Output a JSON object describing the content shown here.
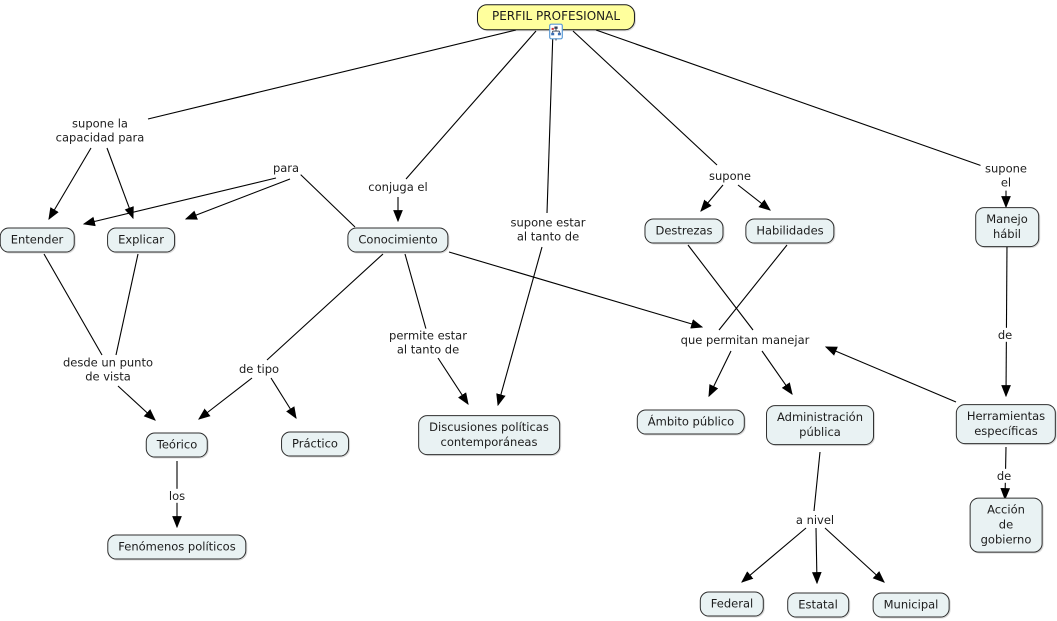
{
  "colors": {
    "background": "#ffffff",
    "node_fill": "#e9f2f3",
    "node_border": "#2f2f2f",
    "title_fill": "#ffff9d",
    "title_border": "#1a1a1a",
    "line": "#000000",
    "text": "#1c1c1c",
    "icon_border": "#5b9bd5",
    "icon_red": "#cc3333",
    "icon_blue": "#3b6fb5"
  },
  "title": {
    "label": "PERFIL PROFESIONAL"
  },
  "annotation_icon": {
    "name": "concept-map-resource-icon"
  },
  "concepts": [
    {
      "id": "entender",
      "label": "Entender"
    },
    {
      "id": "explicar",
      "label": "Explicar"
    },
    {
      "id": "conocimiento",
      "label": "Conocimiento"
    },
    {
      "id": "destrezas",
      "label": "Destrezas"
    },
    {
      "id": "habilidades",
      "label": "Habilidades"
    },
    {
      "id": "manejo-habil",
      "label": "Manejo hábil"
    },
    {
      "id": "teorico",
      "label": "Teórico"
    },
    {
      "id": "practico",
      "label": "Práctico"
    },
    {
      "id": "discusiones-politicas",
      "label": "Discusiones políticas\ncontemporáneas"
    },
    {
      "id": "ambito-publico",
      "label": "Ámbito público"
    },
    {
      "id": "administracion-publica",
      "label": "Administración\npública"
    },
    {
      "id": "herramientas-especificas",
      "label": "Herramientas\nespecíficas"
    },
    {
      "id": "fenomenos-politicos",
      "label": "Fenómenos políticos"
    },
    {
      "id": "accion-de-gobierno",
      "label": "Acción de\ngobierno"
    },
    {
      "id": "federal",
      "label": "Federal"
    },
    {
      "id": "estatal",
      "label": "Estatal"
    },
    {
      "id": "municipal",
      "label": "Municipal"
    }
  ],
  "link_labels": [
    {
      "id": "supone-la-capacidad-para",
      "label": "supone la\ncapacidad para"
    },
    {
      "id": "para",
      "label": "para"
    },
    {
      "id": "conjuga-el",
      "label": "conjuga el"
    },
    {
      "id": "supone-estar-al-tanto-de",
      "label": "supone estar\nal tanto de"
    },
    {
      "id": "supone",
      "label": "supone"
    },
    {
      "id": "supone-el",
      "label": "supone el"
    },
    {
      "id": "desde-un-punto-de-vista",
      "label": "desde un punto\nde vista"
    },
    {
      "id": "de-tipo",
      "label": "de tipo"
    },
    {
      "id": "permite-estar-al-tanto-de",
      "label": "permite estar\nal tanto de"
    },
    {
      "id": "que-permitan-manejar",
      "label": "que permitan manejar"
    },
    {
      "id": "de-1",
      "label": "de"
    },
    {
      "id": "de-2",
      "label": "de"
    },
    {
      "id": "los",
      "label": "los"
    },
    {
      "id": "a-nivel",
      "label": "a nivel"
    }
  ]
}
